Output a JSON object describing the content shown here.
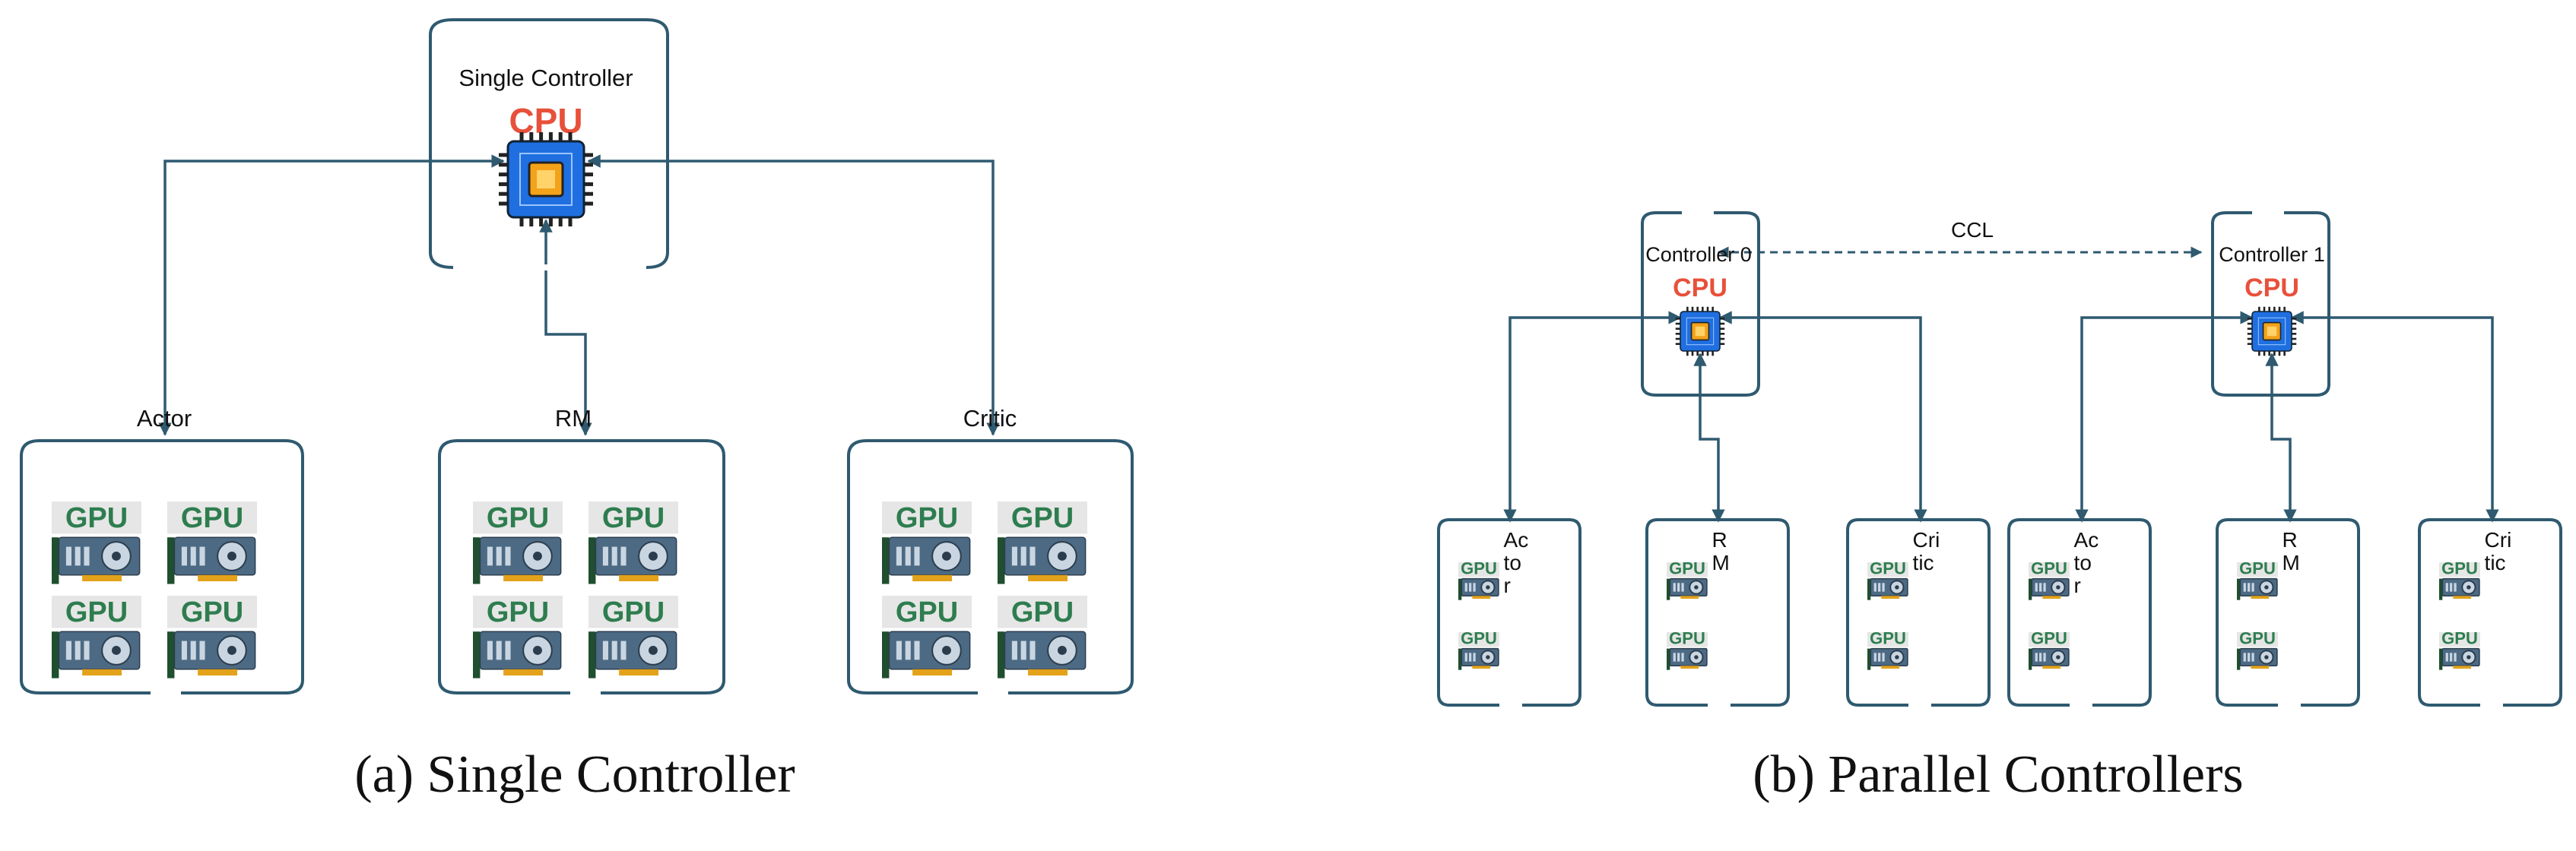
{
  "colors": {
    "frame": "#2f5a70",
    "cpu_label": "#e8503a",
    "gpu_label": "#2e7d4f",
    "gpu_label_bg": "#e6e6e6",
    "chip_blue": "#1f6fe0",
    "chip_core": "#f4a21a",
    "card_body": "#4d6a84",
    "card_pins": "#e3a21a",
    "card_bracket": "#1f4f2e"
  },
  "icons": {
    "cpu": "cpu-chip-icon",
    "gpu": "gpu-card-icon"
  },
  "left": {
    "controller": {
      "title": "Single Controller",
      "cpu_label": "CPU"
    },
    "groups": [
      {
        "label": "Actor",
        "gpus": [
          "GPU",
          "GPU",
          "GPU",
          "GPU"
        ]
      },
      {
        "label": "RM",
        "gpus": [
          "GPU",
          "GPU",
          "GPU",
          "GPU"
        ]
      },
      {
        "label": "Critic",
        "gpus": [
          "GPU",
          "GPU",
          "GPU",
          "GPU"
        ]
      }
    ],
    "caption": "(a) Single Controller"
  },
  "right": {
    "link_label": "CCL",
    "controllers": [
      {
        "title": "Controller 0",
        "cpu_label": "CPU",
        "groups": [
          {
            "label_lines": [
              "Ac",
              "to",
              "r"
            ],
            "gpus": [
              "GPU",
              "GPU"
            ]
          },
          {
            "label_lines": [
              "R",
              "M"
            ],
            "gpus": [
              "GPU",
              "GPU"
            ]
          },
          {
            "label_lines": [
              "Cri",
              "tic"
            ],
            "gpus": [
              "GPU",
              "GPU"
            ]
          }
        ]
      },
      {
        "title": "Controller 1",
        "cpu_label": "CPU",
        "groups": [
          {
            "label_lines": [
              "Ac",
              "to",
              "r"
            ],
            "gpus": [
              "GPU",
              "GPU"
            ]
          },
          {
            "label_lines": [
              "R",
              "M"
            ],
            "gpus": [
              "GPU",
              "GPU"
            ]
          },
          {
            "label_lines": [
              "Cri",
              "tic"
            ],
            "gpus": [
              "GPU",
              "GPU"
            ]
          }
        ]
      }
    ],
    "caption": "(b) Parallel Controllers"
  }
}
